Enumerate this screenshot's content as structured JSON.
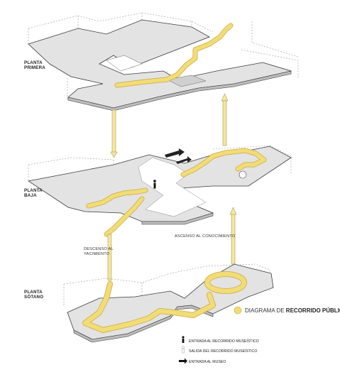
{
  "floors": {
    "first": {
      "label_line1": "PLANTA",
      "label_line2": "PRIMERA"
    },
    "ground": {
      "label_line1": "PLANTA",
      "label_line2": "BAJA"
    },
    "basement": {
      "label_line1": "PLANTA",
      "label_line2": "SÓTANO"
    }
  },
  "vertical_labels": {
    "descent_line1": "DESCENSO AL",
    "descent_line2": "YACIMIENTO",
    "ascent": "ASCENSO AL CONOCIMIENTO"
  },
  "legend": {
    "title_prefix": "DIAGRAMA DE ",
    "title_bold": "RECORRIDO PÚBLICO",
    "items": [
      {
        "icon": "person-icon",
        "label": "ENTRADA AL RECORRIDO MUSEÍSTICO"
      },
      {
        "icon": "person-outline-icon",
        "label": "SALIDA DEL RECORRIDO MUSEÍSTICO"
      },
      {
        "icon": "arrow-right-icon",
        "label": "ENTRADA AL MUSEO"
      }
    ]
  },
  "colors": {
    "path_yellow": "#f2dc78",
    "path_yellow_edge": "#c9a93a",
    "slab_top": "#e6e6e6",
    "slab_dark": "#cfcfcf",
    "slab_edge": "#3a3a3a",
    "arrow_fill": "#f6e6a0"
  }
}
